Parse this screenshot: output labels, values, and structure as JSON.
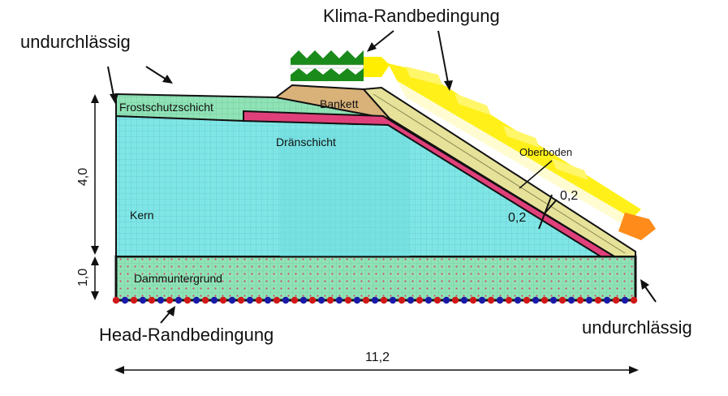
{
  "labels": {
    "klima": "Klima-Randbedingung",
    "undurch_top": "undurchlässig",
    "undurch_bottom": "undurchlässig",
    "head": "Head-Randbedingung",
    "frost": "Frostschutzschicht",
    "bankett": "Bankett",
    "drain": "Dränschicht",
    "oberboden": "Oberboden",
    "kern": "Kern",
    "untergrund": "Dammuntergrund",
    "dim_height_core": "4,0",
    "dim_height_base": "1,0",
    "dim_width": "11,2",
    "thick_a": "0,2",
    "thick_b": "0,2"
  },
  "colors": {
    "kern": "#7fe6e6",
    "frost": "#8fe3b6",
    "untergrund": "#8fe3b6",
    "bankett": "#d9b27a",
    "drain": "#e0407a",
    "oberboden": "#e6e29a",
    "climate_green": "#1a8a1a",
    "climate_yellow": "#ffee00",
    "climate_orange": "#ff8c1a",
    "head_red": "#d01818",
    "head_blue": "#1a1aa8"
  }
}
